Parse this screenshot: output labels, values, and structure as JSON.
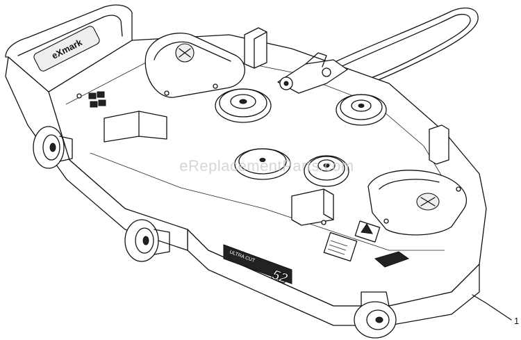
{
  "diagram": {
    "watermark": "eReplacementParts.com",
    "callouts": [
      {
        "label": "1"
      }
    ],
    "decals": {
      "model_name": "ULTRA CUT",
      "deck_size": "52",
      "brand_logo": "eXmark"
    }
  }
}
